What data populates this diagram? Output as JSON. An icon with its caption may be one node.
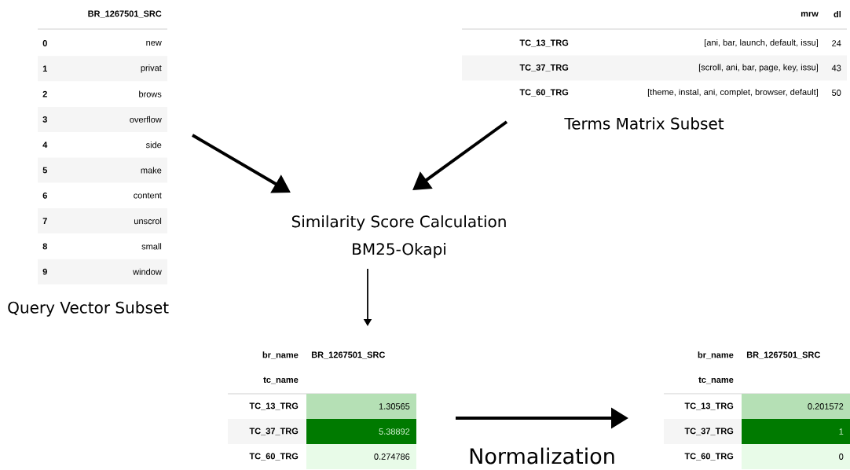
{
  "diagram": {
    "nodes": [
      {
        "text": [
          "BR_1267501_SRC",
          "0",
          "new",
          "1",
          "privat",
          "2",
          "brows",
          "3",
          "overflow",
          "4",
          "side",
          "5",
          "make",
          "6",
          "content",
          "7",
          "unscrol",
          "8",
          "small",
          "9",
          "window"
        ],
        "beside": [
          "Query Vector Subset"
        ]
      },
      {
        "text": [
          "mrw",
          "dl",
          "TC_13_TRG",
          "[ani, bar, launch, default, issu]",
          "24",
          "TC_37_TRG",
          "[scroll, ani, bar, page, key, issu]",
          "43",
          "TC_60_TRG",
          "[theme, instal, ani, complet, browser, default]",
          "50"
        ],
        "beside": [
          "Terms Matrix Subset"
        ]
      },
      {
        "text": [
          "Similarity Score Calculation",
          "BM25-Okapi"
        ]
      },
      {
        "text": [
          "br_name",
          "BR_1267501_SRC",
          "tc_name",
          "TC_13_TRG",
          "1.30565",
          "TC_37_TRG",
          "5.38892",
          "TC_60_TRG",
          "0.274786"
        ]
      },
      {
        "text": [
          "br_name",
          "BR_1267501_SRC",
          "tc_name",
          "TC_13_TRG",
          "0.201572",
          "TC_37_TRG",
          "1",
          "TC_60_TRG",
          "0"
        ]
      }
    ],
    "edges": [
      {
        "from": 0,
        "to": 2,
        "arrow": "to"
      },
      {
        "from": 1,
        "to": 2,
        "arrow": "to"
      },
      {
        "from": 2,
        "to": 3,
        "arrow": "to"
      },
      {
        "from": 3,
        "to": 4,
        "arrow": "to",
        "label": "Normalization"
      }
    ]
  }
}
